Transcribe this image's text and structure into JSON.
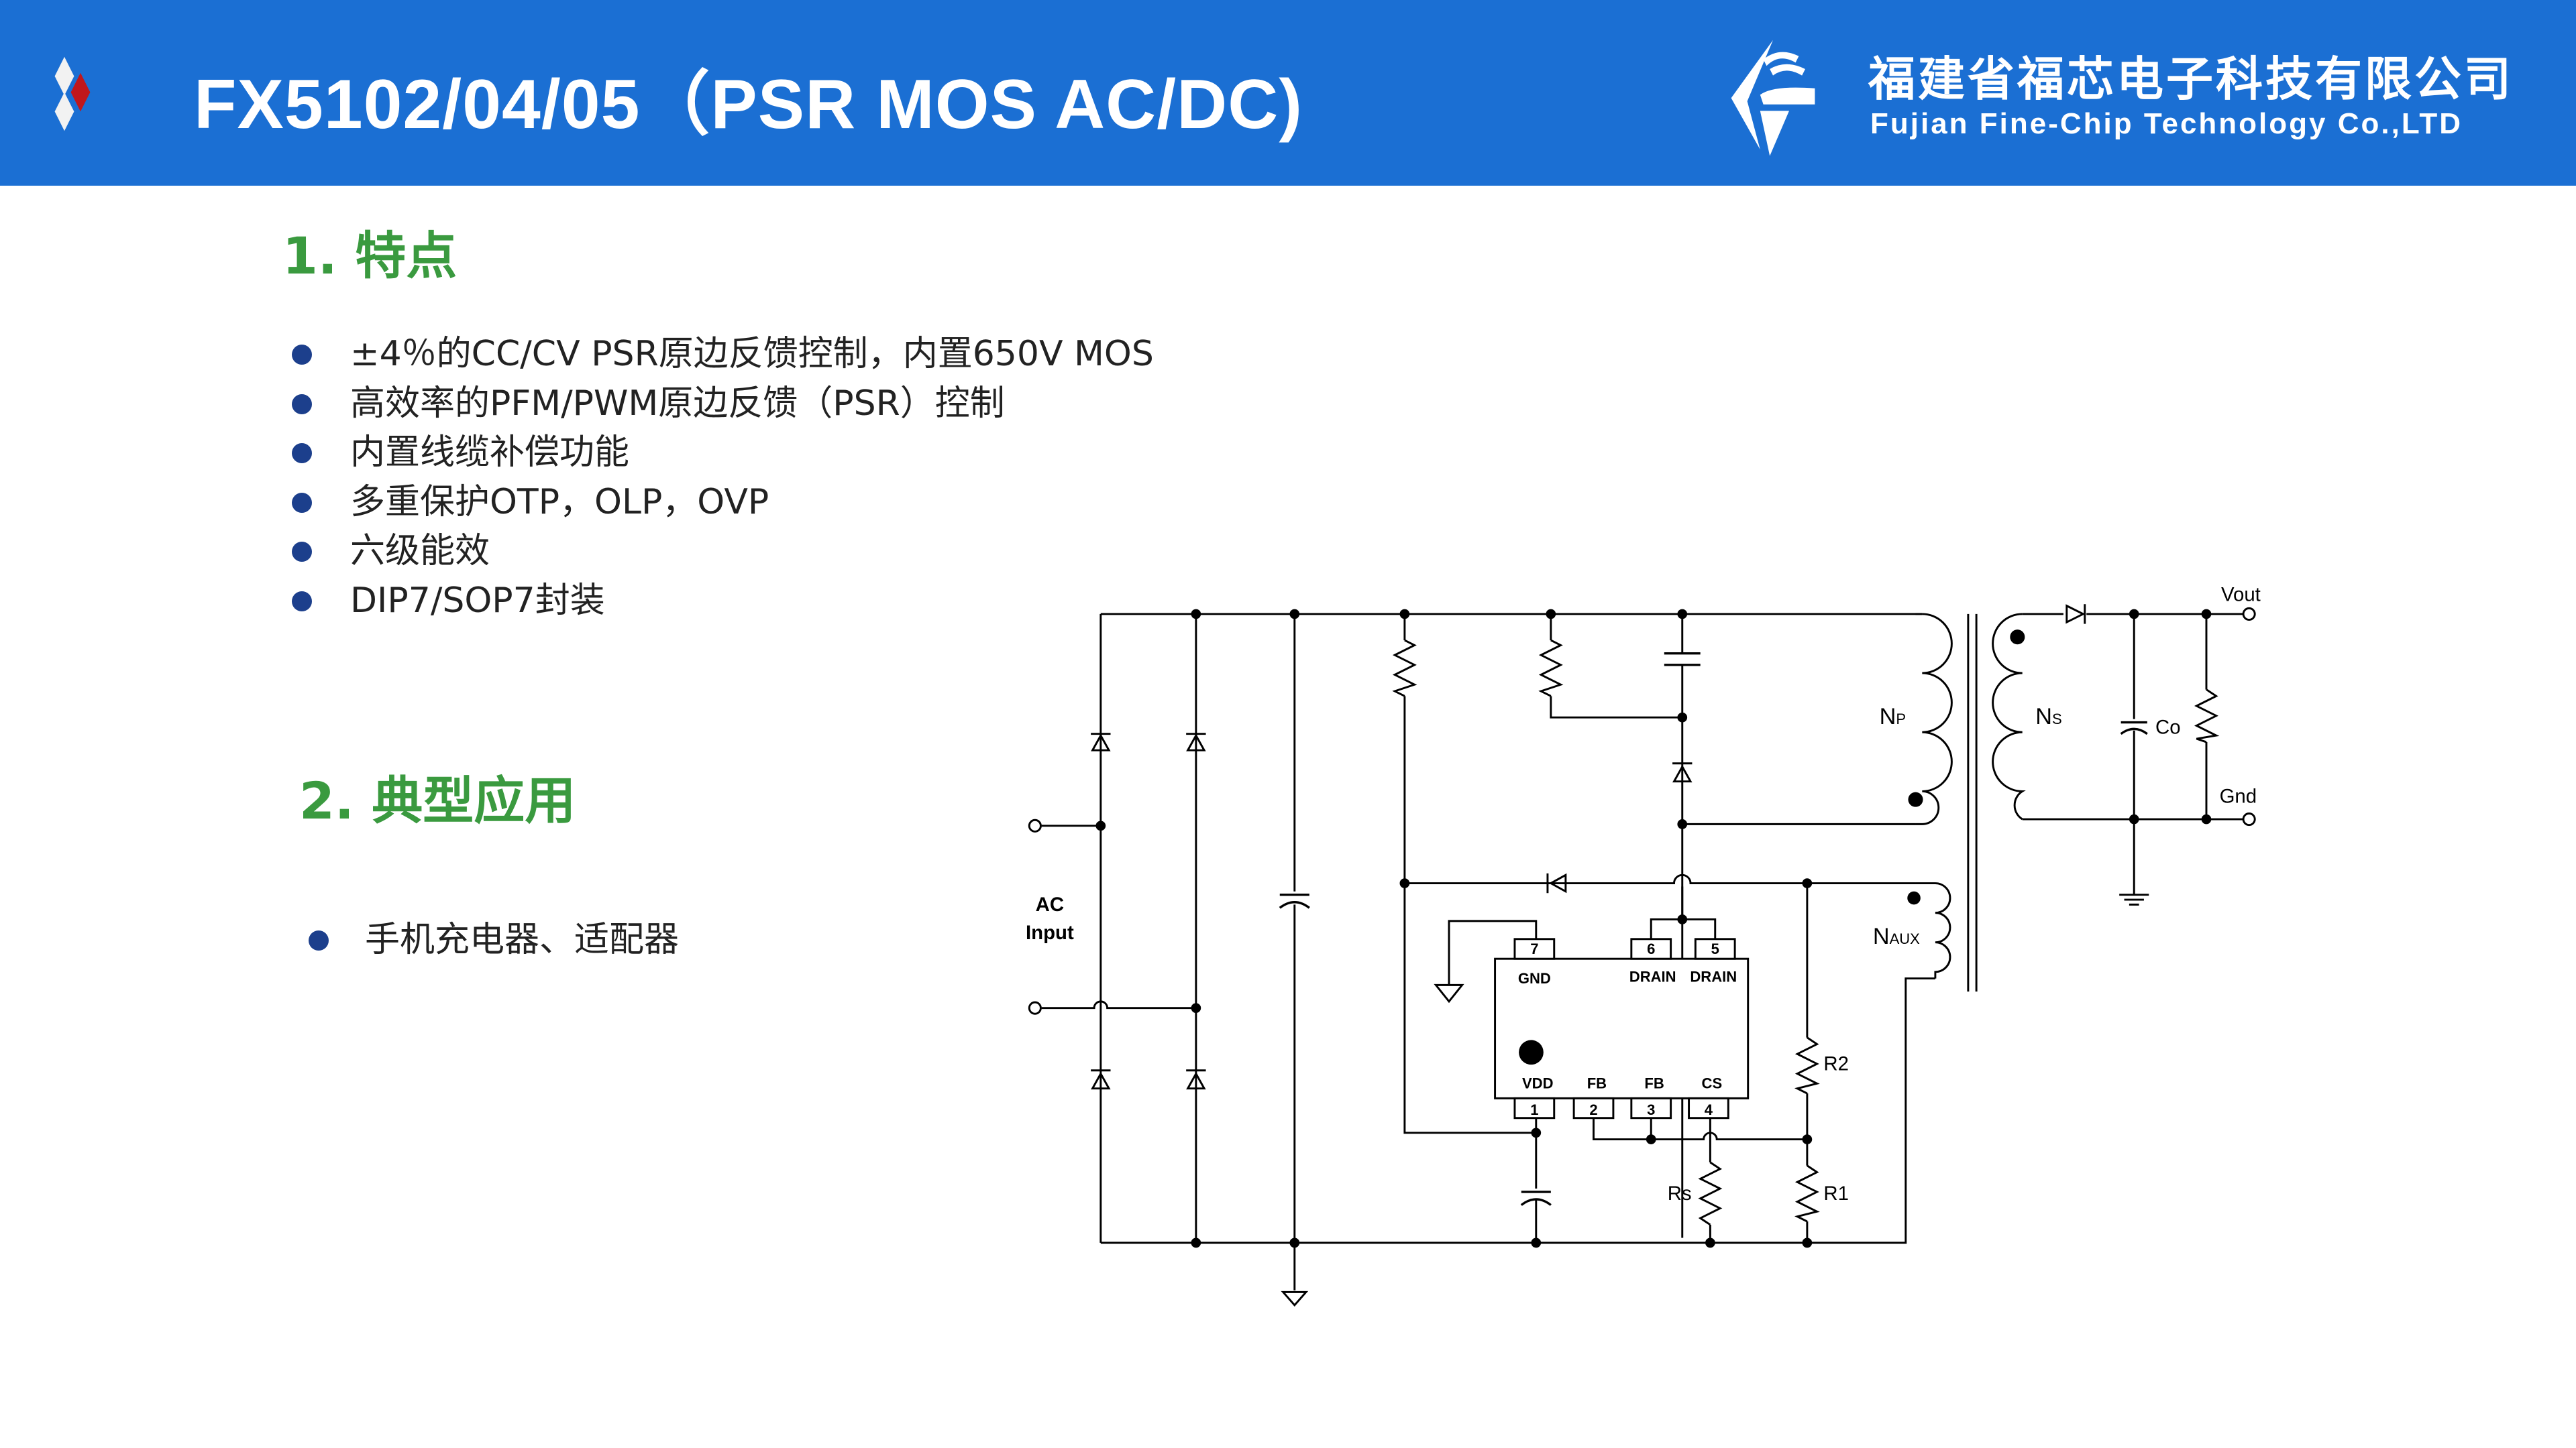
{
  "header": {
    "title": "FX5102/04/05（PSR MOS AC/DC)",
    "company_name_cn": "福建省福芯电子科技有限公司",
    "company_name_en": "Fujian Fine-Chip Technology Co.,LTD",
    "background_color": "#1b6fd3",
    "accent_color": "#c0171c"
  },
  "features": {
    "title": "1. 特点",
    "items": [
      "±4％的CC/CV PSR原边反馈控制，内置650V MOS",
      "高效率的PFM/PWM原边反馈（PSR）控制",
      "内置线缆补偿功能",
      "多重保护OTP，OLP，OVP",
      "六级能效",
      "DIP7/SOP7封装"
    ]
  },
  "applications": {
    "title": "2. 典型应用",
    "items": [
      "手机充电器、适配器"
    ]
  },
  "circuit": {
    "ac_input_label_1": "AC",
    "ac_input_label_2": "Input",
    "chip": {
      "pins_top": [
        {
          "num": "7",
          "name": "GND"
        },
        {
          "num": "6",
          "name": "DRAIN"
        },
        {
          "num": "5",
          "name": "DRAIN"
        }
      ],
      "pins_bottom": [
        {
          "num": "1",
          "name": "VDD"
        },
        {
          "num": "2",
          "name": "FB"
        },
        {
          "num": "3",
          "name": "FB"
        },
        {
          "num": "4",
          "name": "CS"
        }
      ]
    },
    "labels": {
      "np": "N",
      "np_sub": "P",
      "ns": "N",
      "ns_sub": "S",
      "naux": "N",
      "naux_sub": "AUX",
      "co": "Co",
      "vout": "Vout",
      "gnd": "Gnd",
      "r1": "R1",
      "r2": "R2",
      "rs": "Rs"
    }
  },
  "colors": {
    "section_title": "#3a9a3f",
    "bullet": "#1c3f8c"
  }
}
